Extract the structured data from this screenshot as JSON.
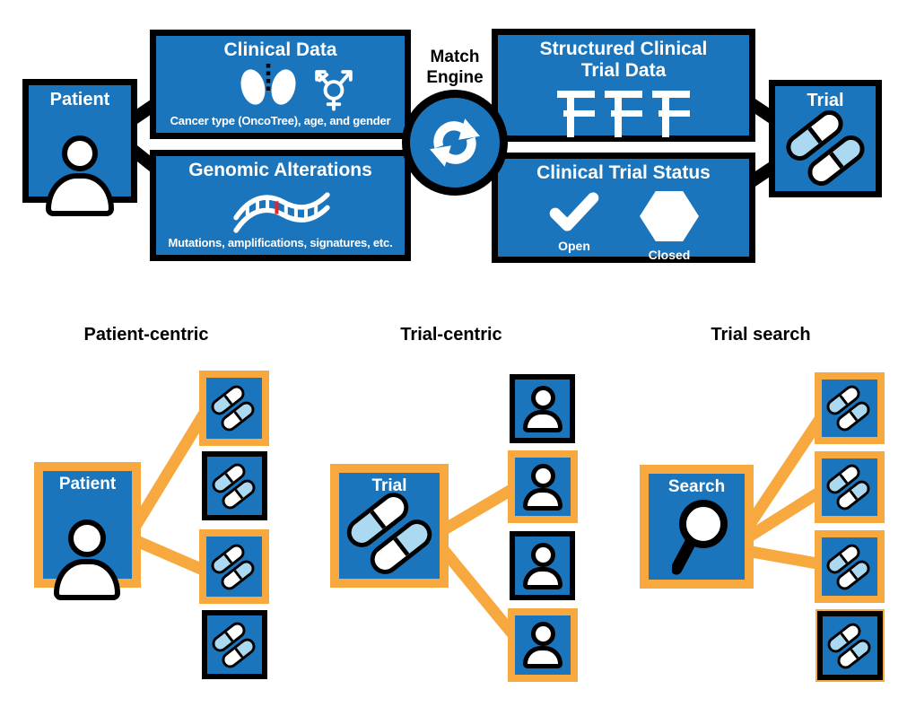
{
  "colors": {
    "blue": "#1B75BC",
    "light_blue": "#ABD9F2",
    "orange": "#F7A83E",
    "red": "#E8232A"
  },
  "top_diagram": {
    "patient": {
      "label": "Patient",
      "icon": "person-icon"
    },
    "clinical": {
      "title": "Clinical Data",
      "caption": "Cancer type (OncoTree), age, and gender",
      "icons": [
        "lungs-icon",
        "transgender-icon"
      ]
    },
    "genomic": {
      "title": "Genomic Alterations",
      "caption": "Mutations, amplifications, signatures, etc.",
      "icons": [
        "dna-icon"
      ]
    },
    "match_engine": {
      "line1": "Match",
      "line2": "Engine",
      "icon": "sync-icon"
    },
    "structured": {
      "title_line1": "Structured Clinical",
      "title_line2": "Trial Data",
      "icons": [
        "trial-structure-icon",
        "trial-structure-icon",
        "trial-structure-icon"
      ]
    },
    "status": {
      "title": "Clinical Trial Status",
      "open_label": "Open",
      "closed_label": "Closed",
      "icons": [
        "checkmark-icon",
        "hexagon-icon"
      ]
    },
    "trial": {
      "label": "Trial",
      "icon": "pills-icon"
    }
  },
  "panels": [
    {
      "title": "Patient-centric",
      "hub": {
        "label": "Patient",
        "icon": "person-icon"
      },
      "node_icon": "pills-icon",
      "nodes": [
        {
          "connected": true
        },
        {
          "connected": false
        },
        {
          "connected": true
        },
        {
          "connected": false
        }
      ]
    },
    {
      "title": "Trial-centric",
      "hub": {
        "label": "Trial",
        "icon": "pills-icon"
      },
      "node_icon": "person-icon",
      "nodes": [
        {
          "connected": false
        },
        {
          "connected": true
        },
        {
          "connected": false
        },
        {
          "connected": true
        }
      ]
    },
    {
      "title": "Trial search",
      "hub": {
        "label": "Search",
        "icon": "search-icon"
      },
      "node_icon": "pills-icon",
      "nodes": [
        {
          "connected": true
        },
        {
          "connected": true
        },
        {
          "connected": true
        },
        {
          "connected": false
        }
      ]
    }
  ]
}
